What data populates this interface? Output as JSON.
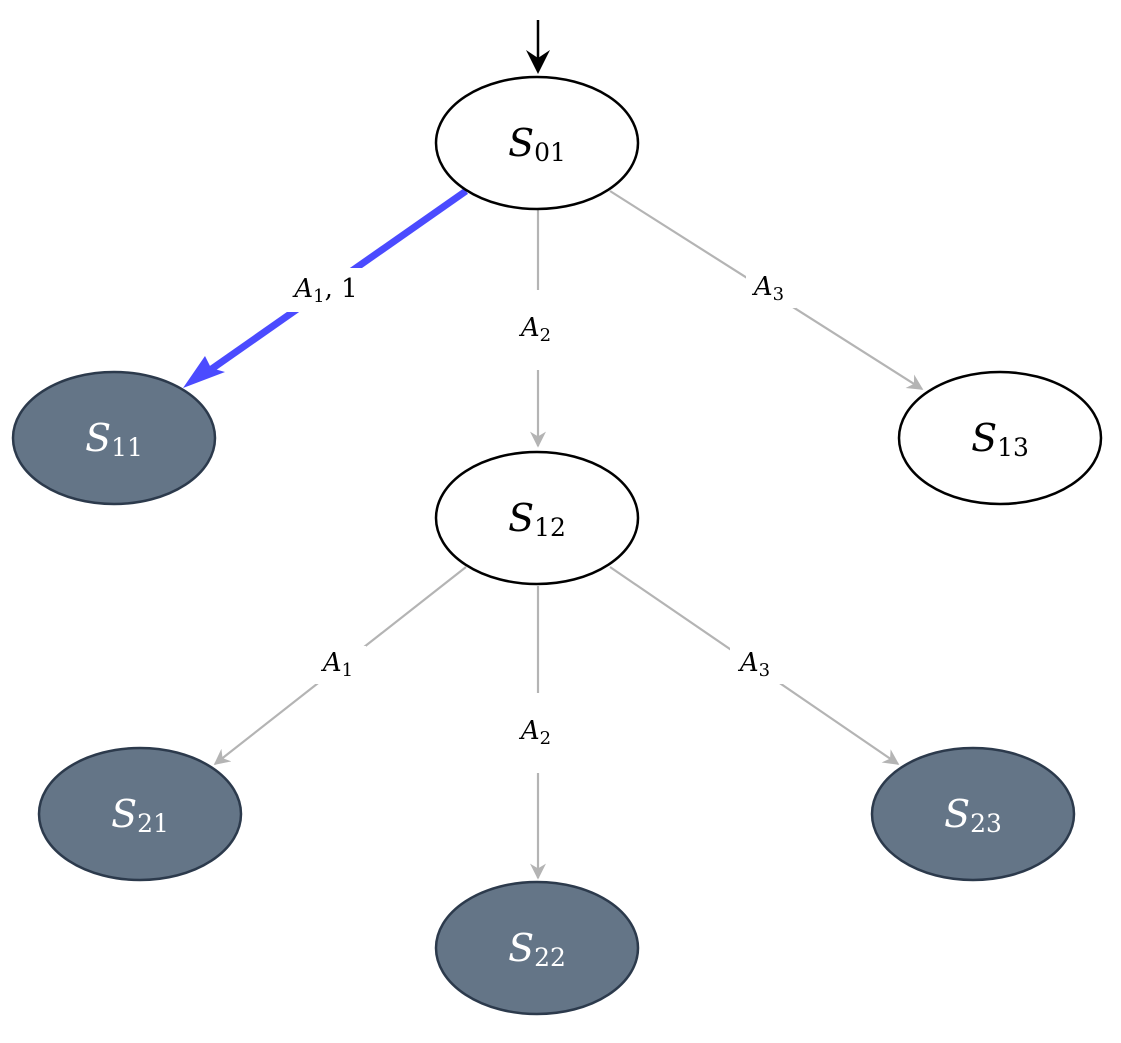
{
  "nodes": {
    "s01": {
      "base": "S",
      "sub": "01"
    },
    "s11": {
      "base": "S",
      "sub": "11"
    },
    "s12": {
      "base": "S",
      "sub": "12"
    },
    "s13": {
      "base": "S",
      "sub": "13"
    },
    "s21": {
      "base": "S",
      "sub": "21"
    },
    "s22": {
      "base": "S",
      "sub": "22"
    },
    "s23": {
      "base": "S",
      "sub": "23"
    }
  },
  "edges": {
    "s01_s11": {
      "base": "A",
      "sub": "1",
      "suffix": ", 1"
    },
    "s01_s12": {
      "base": "A",
      "sub": "2"
    },
    "s01_s13": {
      "base": "A",
      "sub": "3"
    },
    "s12_s21": {
      "base": "A",
      "sub": "1"
    },
    "s12_s22": {
      "base": "A",
      "sub": "2"
    },
    "s12_s23": {
      "base": "A",
      "sub": "3"
    }
  },
  "colors": {
    "highlight_edge": "#4b4bff",
    "edge": "#b4b4b4",
    "terminal_node_fill": "#647587",
    "terminal_node_stroke": "#2c3a4c",
    "node_fill": "#ffffff",
    "node_stroke": "#000000"
  }
}
